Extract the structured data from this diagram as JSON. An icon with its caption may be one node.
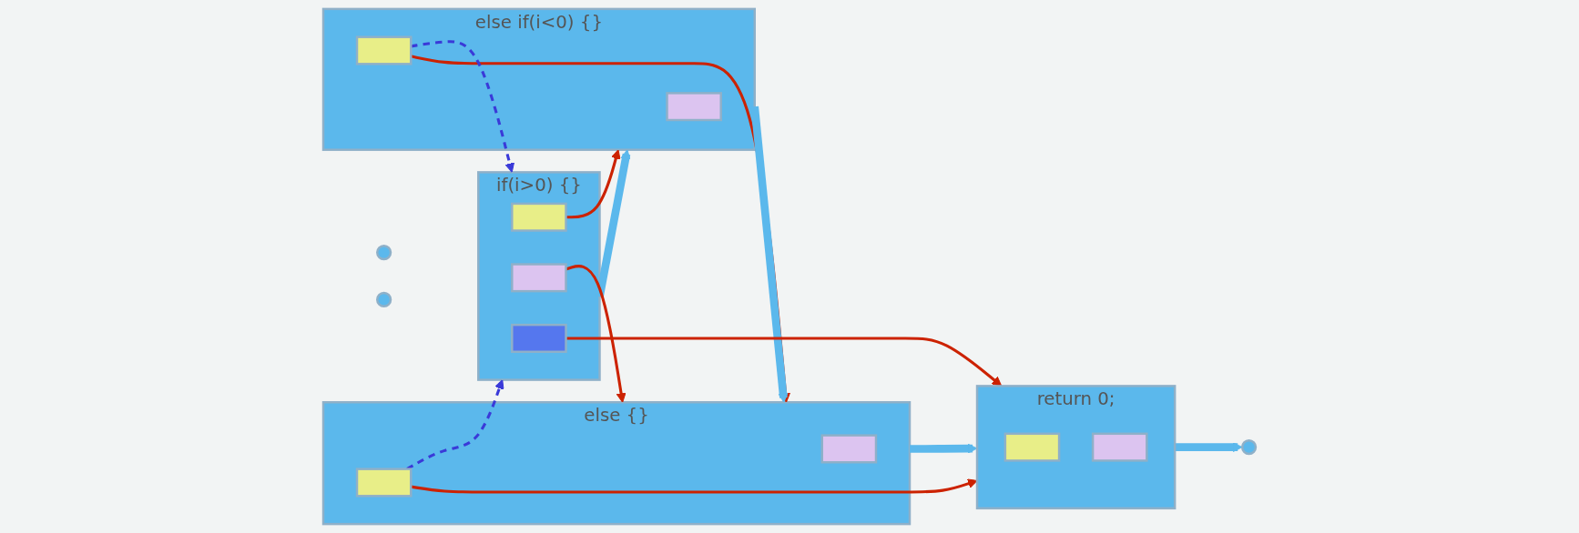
{
  "diagram": {
    "nodes": [
      {
        "text": [
          "if(i>0) {}"
        ]
      },
      {
        "text": [],
        "shape": "box",
        "in": 0
      },
      {
        "text": [],
        "shape": "box",
        "in": 0
      },
      {
        "text": [],
        "shape": "box",
        "in": 0
      },
      {
        "text": [
          "else if(i<0) {}"
        ]
      },
      {
        "text": [],
        "shape": "box",
        "in": 4
      },
      {
        "text": [],
        "shape": "box",
        "in": 4
      },
      {
        "text": [
          "else {}"
        ]
      },
      {
        "text": [],
        "shape": "box",
        "in": 7
      },
      {
        "text": [],
        "shape": "box",
        "in": 7
      },
      {
        "text": [
          "return 0;"
        ]
      },
      {
        "text": [],
        "shape": "box",
        "in": 10
      },
      {
        "text": [],
        "shape": "box",
        "in": 10
      },
      {
        "text": [],
        "shape": "circle"
      },
      {
        "text": [],
        "shape": "circle"
      },
      {
        "text": [],
        "shape": "circle"
      }
    ],
    "edges": [
      {
        "from": 1,
        "to": 4,
        "arrow": "to"
      },
      {
        "from": 0,
        "to": 4,
        "arrow": "to",
        "style": "thick",
        "color": "#5bb8ec"
      },
      {
        "from": 5,
        "to": 7,
        "arrow": "to"
      },
      {
        "from": 4,
        "to": 7,
        "arrow": "to",
        "style": "thick",
        "color": "#5bb8ec"
      },
      {
        "from": 8,
        "to": 10,
        "arrow": "to"
      },
      {
        "from": 7,
        "to": 10,
        "arrow": "to",
        "style": "thick",
        "color": "#5bb8ec"
      },
      {
        "from": 10,
        "to": 13,
        "arrow": "to",
        "style": "thick",
        "color": "#5bb8ec"
      },
      {
        "from": 2,
        "to": 7,
        "arrow": "to"
      },
      {
        "from": 3,
        "to": 10,
        "arrow": "to"
      },
      {
        "from": 5,
        "to": 0,
        "arrow": "to",
        "style": "dashed",
        "color": "#3a3ad8"
      },
      {
        "from": 8,
        "to": 0,
        "arrow": "to",
        "style": "dashed",
        "color": "#3a3ad8"
      }
    ]
  }
}
